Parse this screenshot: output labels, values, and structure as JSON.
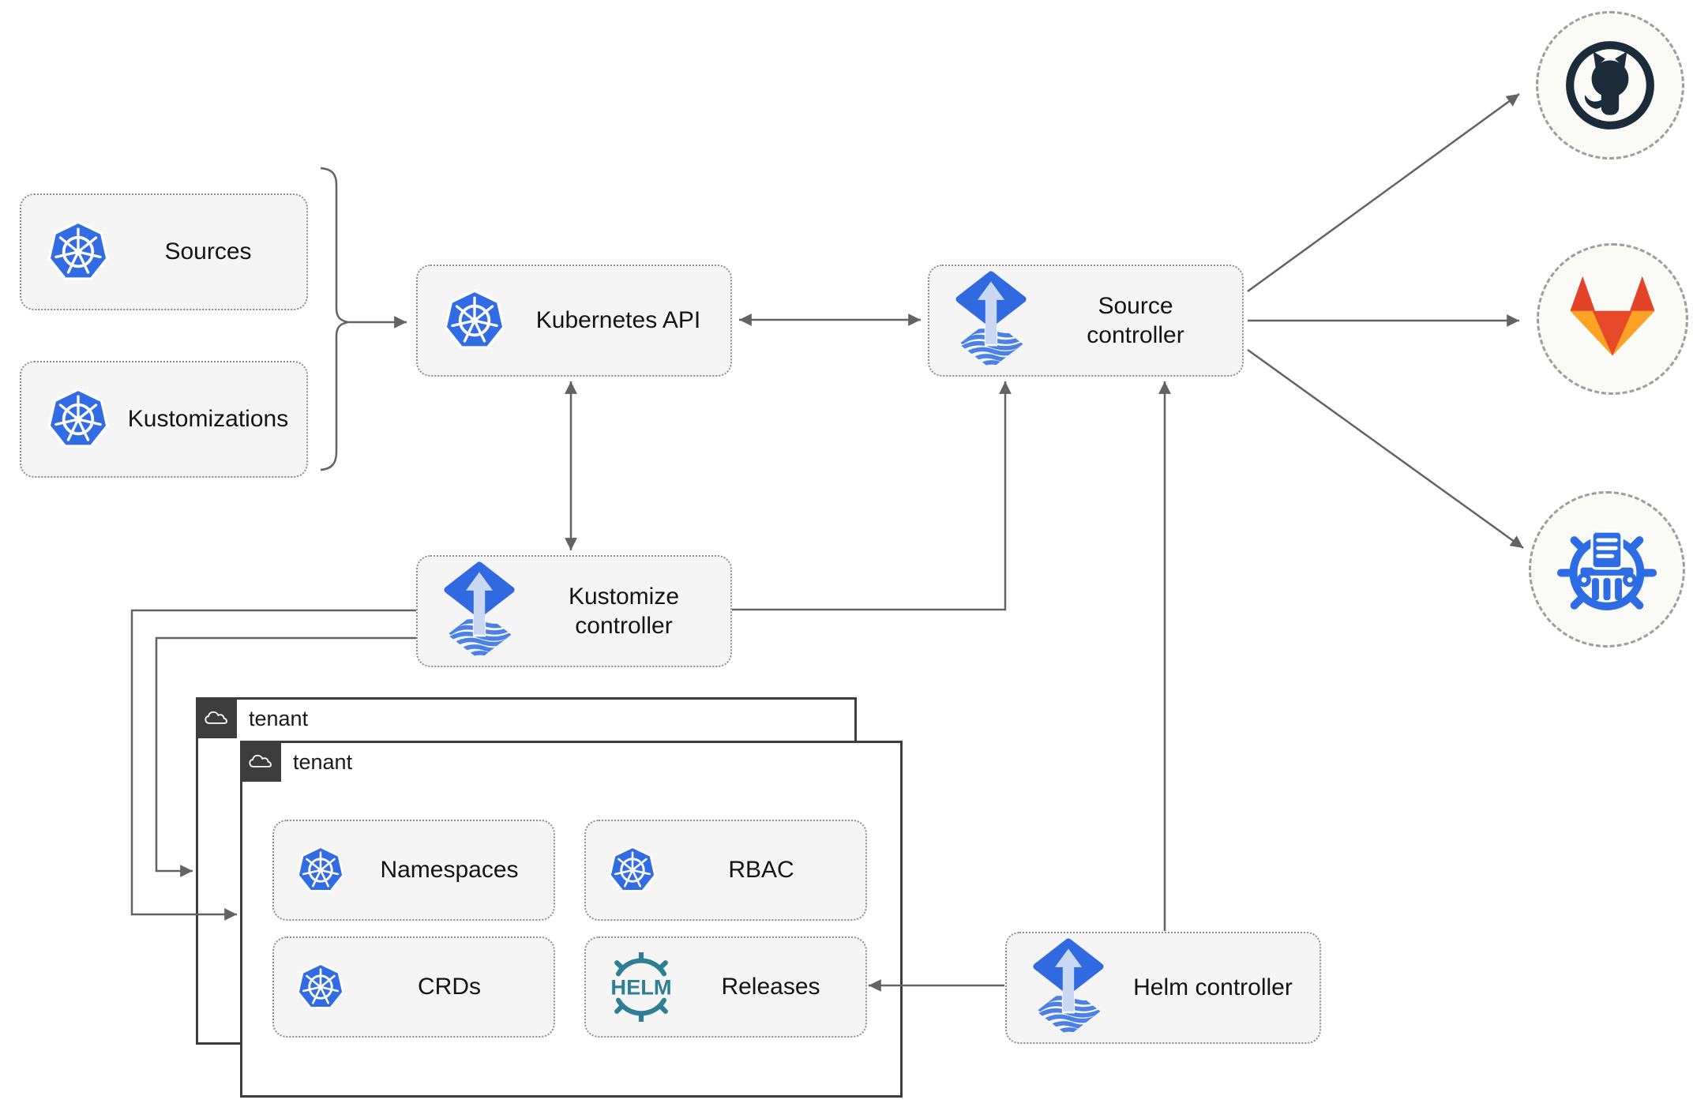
{
  "nodes": {
    "sources": "Sources",
    "kustomizations": "Kustomizations",
    "kubernetes_api": "Kubernetes API",
    "source_controller": "Source controller",
    "kustomize_controller": "Kustomize controller",
    "helm_controller": "Helm controller",
    "namespaces": "Namespaces",
    "rbac": "RBAC",
    "crds": "CRDs",
    "releases": "Releases"
  },
  "tenants": {
    "back": "tenant",
    "front": "tenant"
  },
  "logos": {
    "helm_wordmark": "HELM"
  },
  "icons": {
    "kubernetes": "kubernetes-icon",
    "flux": "flux-icon",
    "helm_wheel": "helm-wheel-icon",
    "cloud": "cloud-icon",
    "github": "github-octocat-icon",
    "gitlab": "gitlab-tanuki-icon",
    "chartmuseum": "chartmuseum-icon"
  },
  "colors": {
    "k8s_blue": "#326ce5",
    "flux_blue": "#3169e1",
    "flux_wave": "#4b80e8",
    "flux_light": "#c9d9f4",
    "helm_teal": "#2e7e95",
    "github_dark": "#1b2b3a",
    "gitlab_red": "#e24329",
    "gitlab_orange": "#fc6d26",
    "gitlab_light": "#fca326",
    "chartmuseum_blue": "#2d6ce3",
    "line_gray": "#636363",
    "node_fill": "#f5f5f5",
    "node_border": "#8f8f8f",
    "tenant_border": "#3d3d3d",
    "tenant_tab_bg": "#3d3d3d",
    "circle_fill": "#fafaf7",
    "circle_border": "#9e9e9e",
    "text_color": "#141414"
  }
}
